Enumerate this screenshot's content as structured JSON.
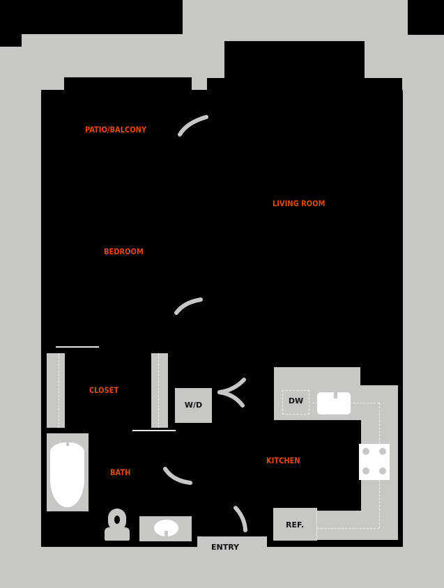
{
  "floorplan": {
    "colors": {
      "background": "#c7c8c6",
      "floor": "#000000",
      "label": "#e0490f",
      "fixture": "#c7c8c6",
      "fixture_white": "#ffffff"
    },
    "rooms": [
      {
        "id": "patio",
        "label": "PATIO/BALCONY"
      },
      {
        "id": "living",
        "label": "LIVING ROOM"
      },
      {
        "id": "bedroom",
        "label": "BEDROOM"
      },
      {
        "id": "closet",
        "label": "CLOSET"
      },
      {
        "id": "bath",
        "label": "BATH"
      },
      {
        "id": "kitchen",
        "label": "KITCHEN"
      }
    ],
    "fixtures": {
      "washer_dryer": "W/D",
      "dishwasher": "DW",
      "refrigerator": "REF.",
      "entry": "ENTRY"
    }
  }
}
